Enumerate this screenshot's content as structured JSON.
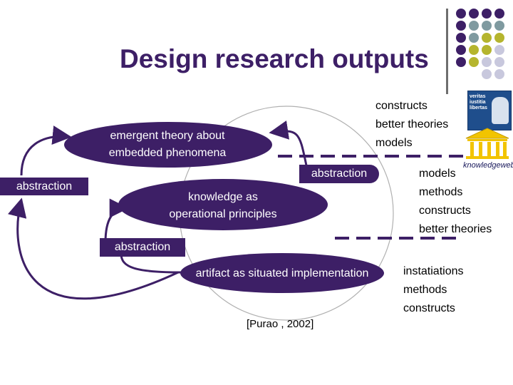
{
  "title": "Design research outputs",
  "colors": {
    "node_fill": "#3d1f66",
    "title_color": "#3d1f66",
    "dot_purple": "#3d1f66",
    "dot_teal": "#7f9aa0",
    "dot_olive": "#b5b52e",
    "dot_lavender": "#c8c8dd"
  },
  "nodes": {
    "theory": [
      "emergent theory about",
      "embedded phenomena"
    ],
    "knowledge": [
      "knowledge as",
      "operational principles"
    ],
    "artifact": "artifact as situated implementation"
  },
  "labels": {
    "abstraction_left": "abstraction",
    "abstraction_top": "abstraction",
    "abstraction_bottom": "abstraction"
  },
  "lists": {
    "top": [
      "constructs",
      "better theories",
      "models"
    ],
    "middle": [
      "models",
      "methods",
      "constructs",
      "better theories"
    ],
    "bottom": [
      "instatiations",
      "methods",
      "constructs"
    ]
  },
  "citation": "[Purao , 2002]",
  "logos": {
    "logo1": [
      "veritas",
      "iustitia",
      "libertas"
    ],
    "logo3": "knowledgeweb"
  }
}
